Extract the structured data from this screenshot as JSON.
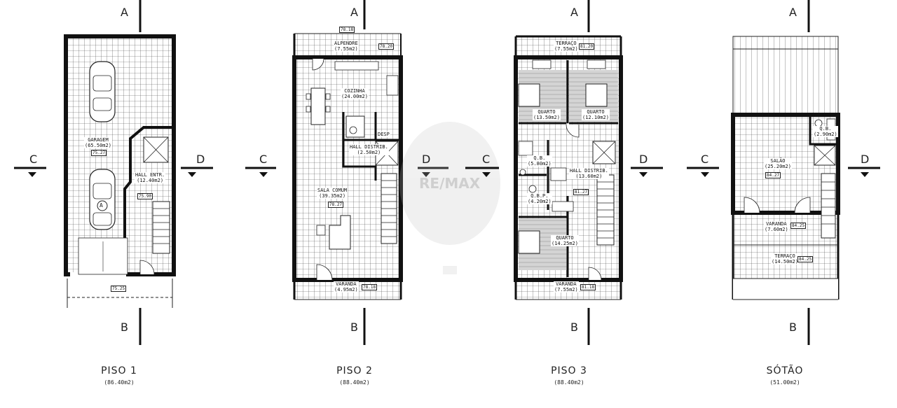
{
  "section_marks": {
    "a": "A",
    "b": "B",
    "c": "C",
    "d": "D"
  },
  "watermark": "RE/MAX",
  "floors": [
    {
      "title": "PISO 1",
      "area": "(86.40m2)",
      "rooms": [
        {
          "name": "GARAGEM",
          "area": "(65.50m2)",
          "tag": "75.27"
        },
        {
          "name": "HALL ENTR.",
          "area": "(12.40m2)",
          "tag": "75.90"
        },
        {
          "name": "A"
        }
      ],
      "tags": [
        "75.25"
      ]
    },
    {
      "title": "PISO 2",
      "area": "(88.40m2)",
      "rooms": [
        {
          "name": "ALPENDRE",
          "area": "(7.55m2)",
          "tag": "78.20"
        },
        {
          "name": "COZINHA",
          "area": "(24.00m2)"
        },
        {
          "name": "DESP"
        },
        {
          "name": "HALL DISTRIB.",
          "area": "(2.50m2)"
        },
        {
          "name": "SALA COMUM",
          "area": "(39.35m2)",
          "tag": "78.27"
        },
        {
          "name": "VARANDA",
          "area": "(4.95m2)",
          "tag": "78.18"
        }
      ],
      "tags": [
        "78.18"
      ]
    },
    {
      "title": "PISO 3",
      "area": "(88.40m2)",
      "rooms": [
        {
          "name": "TERRAÇO",
          "area": "(7.55m2)",
          "tag": "81.20"
        },
        {
          "name": "QUARTO",
          "area": "(13.50m2)"
        },
        {
          "name": "QUARTO",
          "area": "(12.10m2)"
        },
        {
          "name": "Q.B.",
          "area": "(5.80m2)"
        },
        {
          "name": "HALL DISTRIB.",
          "area": "(13.60m2)",
          "tag": "81.27"
        },
        {
          "name": "Q.B.P.",
          "area": "(4.20m2)"
        },
        {
          "name": "QUARTO",
          "area": "(14.25m2)"
        },
        {
          "name": "VARANDA",
          "area": "(7.55m2)",
          "tag": "81.18"
        }
      ]
    },
    {
      "title": "SÓTÃO",
      "area": "(51.00m2)",
      "rooms": [
        {
          "name": "Q.B.",
          "area": "(2.90m2)"
        },
        {
          "name": "SALÃO",
          "area": "(25.20m2)",
          "tag": "84.27"
        },
        {
          "name": "VARANDA",
          "area": "(7.60m2)",
          "tag": "84.25"
        },
        {
          "name": "TERRAÇO",
          "area": "(14.50m2)",
          "tag": "84.25"
        }
      ]
    }
  ]
}
